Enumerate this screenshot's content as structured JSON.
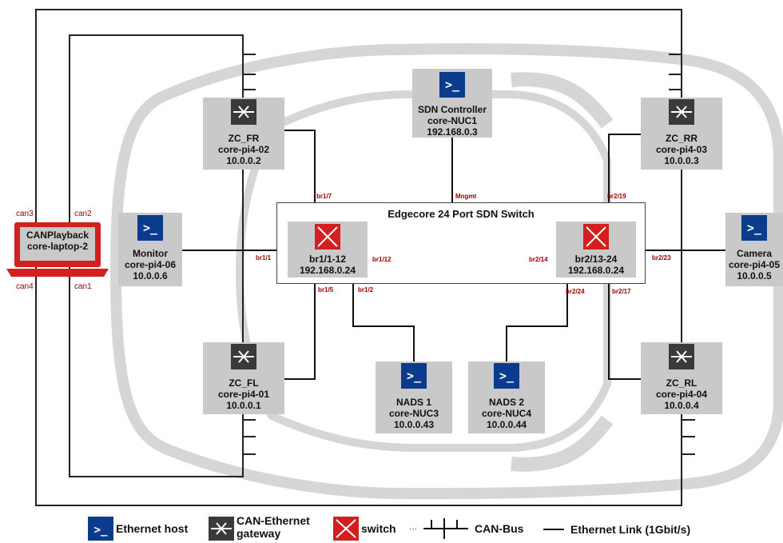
{
  "switch": {
    "title": "Edgecore 24 Port SDN Switch",
    "bridge1": {
      "name": "br1/1-12",
      "ip": "192.168.0.24"
    },
    "bridge2": {
      "name": "br2/13-24",
      "ip": "192.168.0.24"
    }
  },
  "nodes": {
    "sdn_controller": {
      "name": "SDN Controller",
      "host": "core-NUC1",
      "ip": "192.168.0.3",
      "icon": "ethernet-host-icon"
    },
    "zc_fr": {
      "name": "ZC_FR",
      "host": "core-pi4-02",
      "ip": "10.0.0.2",
      "icon": "can-ethernet-gateway-icon"
    },
    "zc_rr": {
      "name": "ZC_RR",
      "host": "core-pi4-03",
      "ip": "10.0.0.3",
      "icon": "can-ethernet-gateway-icon"
    },
    "monitor": {
      "name": "Monitor",
      "host": "core-pi4-06",
      "ip": "10.0.0.6",
      "icon": "ethernet-host-icon"
    },
    "camera": {
      "name": "Camera",
      "host": "core-pi4-05",
      "ip": "10.0.0.5",
      "icon": "ethernet-host-icon"
    },
    "zc_fl": {
      "name": "ZC_FL",
      "host": "core-pi4-01",
      "ip": "10.0.0.1",
      "icon": "can-ethernet-gateway-icon"
    },
    "zc_rl": {
      "name": "ZC_RL",
      "host": "core-pi4-04",
      "ip": "10.0.0.4",
      "icon": "can-ethernet-gateway-icon"
    },
    "nads1": {
      "name": "NADS 1",
      "host": "core-NUC3",
      "ip": "10.0.0.43",
      "icon": "ethernet-host-icon"
    },
    "nads2": {
      "name": "NADS 2",
      "host": "core-NUC4",
      "ip": "10.0.0.44",
      "icon": "ethernet-host-icon"
    }
  },
  "laptop": {
    "name": "CANPlayback",
    "host": "core-laptop-2",
    "can3": "can3",
    "can2": "can2",
    "can4": "can4",
    "can1": "can1"
  },
  "ports": {
    "br1_7": "br1/7",
    "mngmt": "Mngmt",
    "br2_19": "br2/19",
    "br1_1": "br1/1",
    "br1_12": "br1/12",
    "br2_14": "br2/14",
    "br2_23": "br2/23",
    "br1_5": "br1/5",
    "br1_2": "br1/2",
    "br2_24": "br2/24",
    "br2_17": "br2/17"
  },
  "legend": {
    "ethernet_host": "Ethernet host",
    "gateway_line1": "CAN-Ethernet",
    "gateway_line2": "gateway",
    "switch": "switch",
    "can_bus": "CAN-Bus",
    "ethernet_link": "Ethernet Link (1Gbit/s)"
  },
  "colors": {
    "host": "#0b3b8c",
    "gateway": "#3a3a3a",
    "switch": "#d51f1f",
    "node_bg": "#c9c9c9",
    "port_label": "#a00000",
    "laptop": "#d51f1f"
  }
}
